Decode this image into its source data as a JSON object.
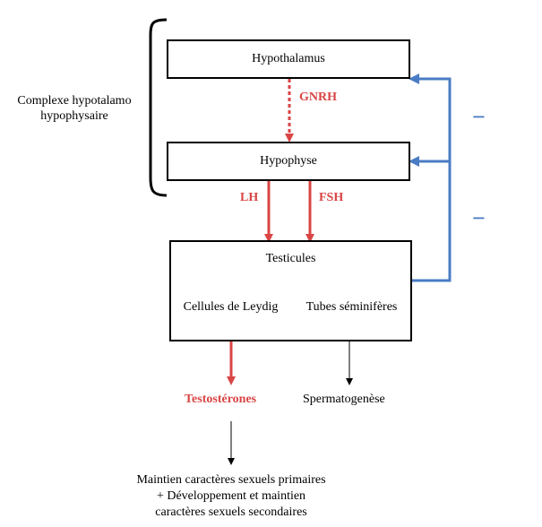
{
  "complex": {
    "line1": "Complexe hypotalamo",
    "line2": "hypophysaire"
  },
  "boxes": {
    "hypothalamus": "Hypothalamus",
    "hypophyse": "Hypophyse",
    "testicules": "Testicules"
  },
  "cells": {
    "leydig": "Cellules de Leydig",
    "tubes": "Tubes séminifères"
  },
  "hormones": {
    "gnrh": "GNRH",
    "lh": "LH",
    "fsh": "FSH"
  },
  "outputs": {
    "testosterones": "Testostérones",
    "spermatogenese": "Spermatogenèse"
  },
  "effects": {
    "line1": "Maintien caractères sexuels primaires",
    "line2": "+ Développement et maintien",
    "line3": "caractères sexuels secondaires"
  },
  "feedback": {
    "sign1": "−",
    "sign2": "−"
  },
  "colors": {
    "stimulation": "#d94545",
    "feedback": "#4a7cc4"
  }
}
